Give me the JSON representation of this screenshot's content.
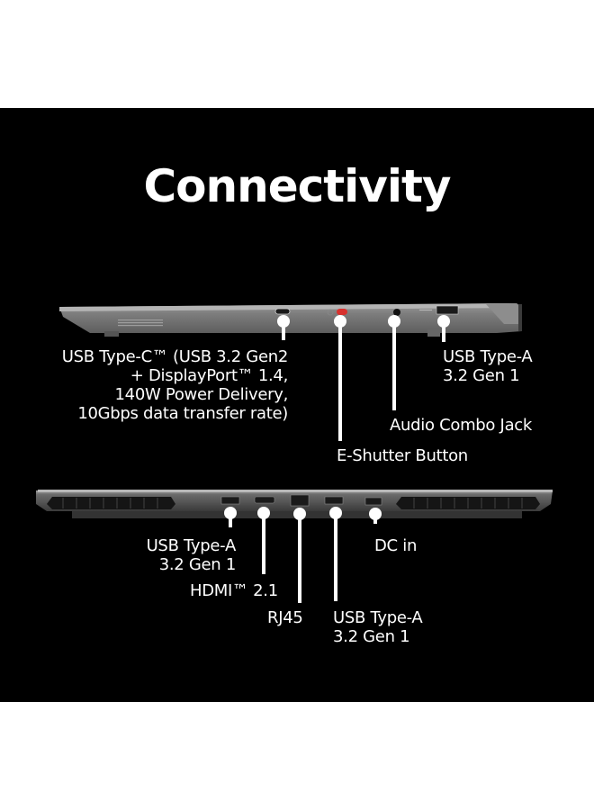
{
  "title": "Connectivity",
  "colors": {
    "background": "#000000",
    "text": "#ffffff",
    "chassis": "#7a7a7a",
    "shutter_accent": "#d8312e"
  },
  "side_view": {
    "ports": [
      {
        "id": "usb-c",
        "label_lines": [
          "USB Type-C™ (USB 3.2 Gen2",
          "+ DisplayPort™ 1.4,",
          "140W Power Delivery,",
          "10Gbps data transfer rate)"
        ]
      },
      {
        "id": "e-shutter",
        "label_lines": [
          "E-Shutter Button"
        ]
      },
      {
        "id": "audio",
        "label_lines": [
          "Audio Combo Jack"
        ]
      },
      {
        "id": "usb-a-side",
        "label_lines": [
          "USB Type-A",
          "3.2 Gen 1"
        ]
      }
    ]
  },
  "rear_view": {
    "ports": [
      {
        "id": "usb-a-rear-1",
        "label_lines": [
          "USB Type-A",
          "3.2 Gen 1"
        ]
      },
      {
        "id": "hdmi",
        "label_lines": [
          "HDMI™ 2.1"
        ]
      },
      {
        "id": "rj45",
        "label_lines": [
          "RJ45"
        ]
      },
      {
        "id": "usb-a-rear-2",
        "label_lines": [
          "USB Type-A",
          "3.2 Gen 1"
        ]
      },
      {
        "id": "dc-in",
        "label_lines": [
          "DC in"
        ]
      }
    ]
  }
}
